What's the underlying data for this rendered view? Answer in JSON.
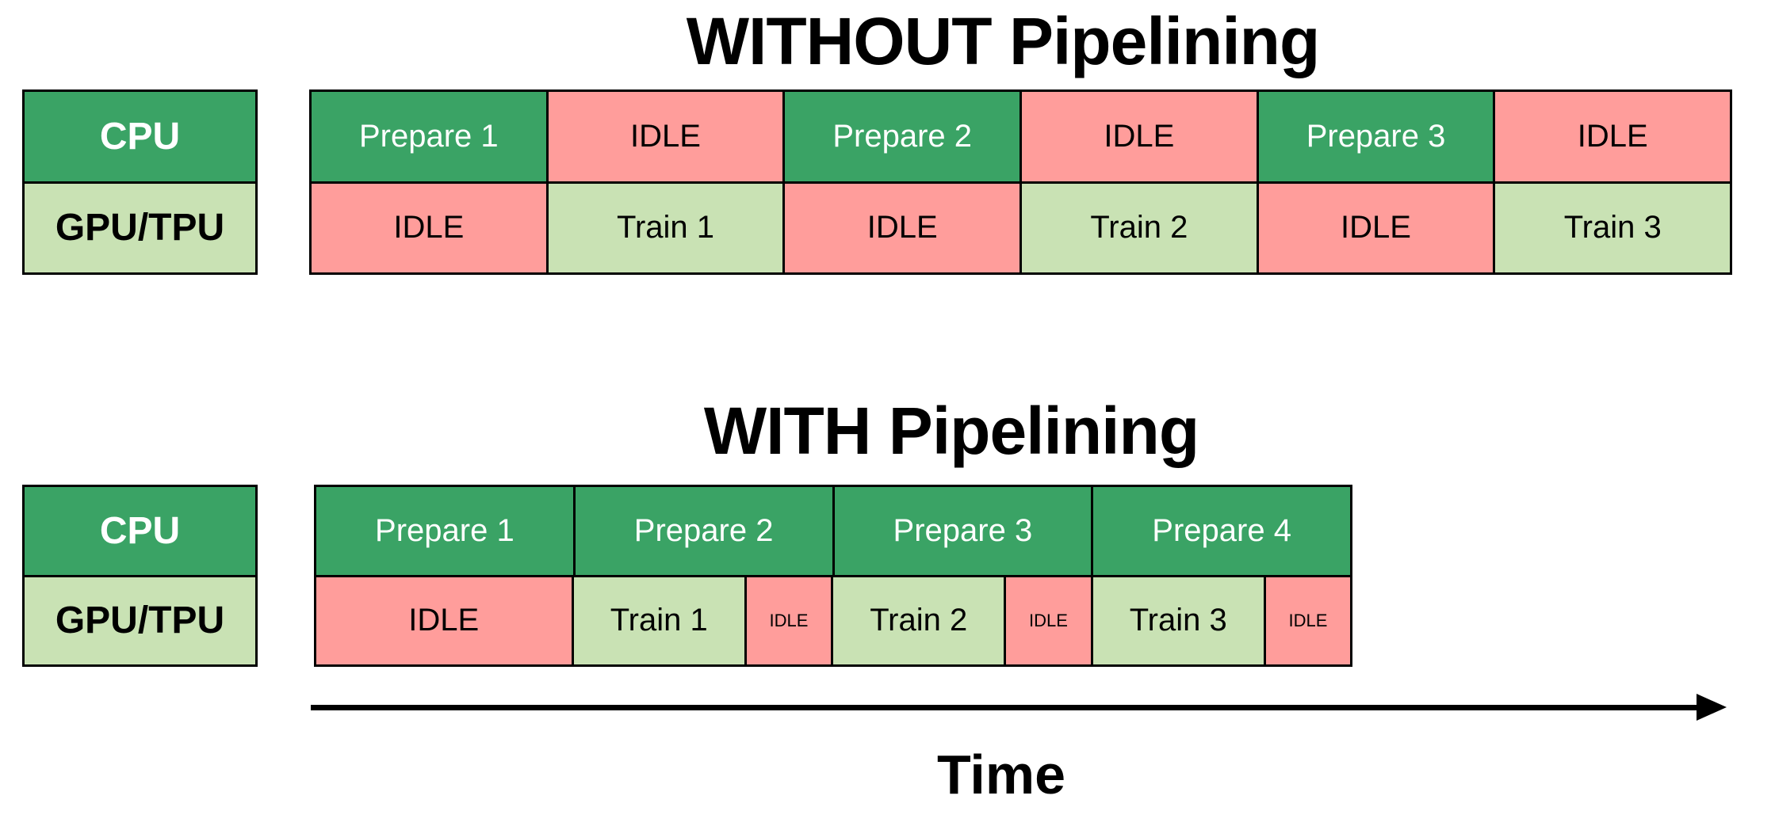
{
  "colors": {
    "prepare_green": "#3AA365",
    "train_light_green": "#C9E2B4",
    "idle_pink": "#FF9D9B",
    "border_black": "#000000",
    "prepare_text_white": "#FFFFFF",
    "default_text_black": "#000000"
  },
  "without": {
    "title": "WITHOUT Pipelining",
    "device_labels": {
      "cpu": "CPU",
      "gpu": "GPU/TPU"
    },
    "cpu_row": [
      {
        "label": "Prepare 1",
        "type": "prepare"
      },
      {
        "label": "IDLE",
        "type": "idle"
      },
      {
        "label": "Prepare 2",
        "type": "prepare"
      },
      {
        "label": "IDLE",
        "type": "idle"
      },
      {
        "label": "Prepare 3",
        "type": "prepare"
      },
      {
        "label": "IDLE",
        "type": "idle"
      }
    ],
    "gpu_row": [
      {
        "label": "IDLE",
        "type": "idle"
      },
      {
        "label": "Train 1",
        "type": "train"
      },
      {
        "label": "IDLE",
        "type": "idle"
      },
      {
        "label": "Train 2",
        "type": "train"
      },
      {
        "label": "IDLE",
        "type": "idle"
      },
      {
        "label": "Train 3",
        "type": "train"
      }
    ]
  },
  "with_pipelining": {
    "title": "WITH Pipelining",
    "device_labels": {
      "cpu": "CPU",
      "gpu": "GPU/TPU"
    },
    "cpu_row": [
      {
        "label": "Prepare 1",
        "type": "prepare"
      },
      {
        "label": "Prepare 2",
        "type": "prepare"
      },
      {
        "label": "Prepare 3",
        "type": "prepare"
      },
      {
        "label": "Prepare 4",
        "type": "prepare"
      }
    ],
    "gpu_row": [
      {
        "label": "IDLE",
        "type": "idle",
        "width": "wide"
      },
      {
        "label": "Train 1",
        "type": "train",
        "width": "train"
      },
      {
        "label": "IDLE",
        "type": "idle",
        "width": "narrow"
      },
      {
        "label": "Train 2",
        "type": "train",
        "width": "train"
      },
      {
        "label": "IDLE",
        "type": "idle",
        "width": "narrow"
      },
      {
        "label": "Train 3",
        "type": "train",
        "width": "train"
      },
      {
        "label": "IDLE",
        "type": "idle",
        "width": "narrow"
      }
    ]
  },
  "time_axis": {
    "label": "Time"
  }
}
